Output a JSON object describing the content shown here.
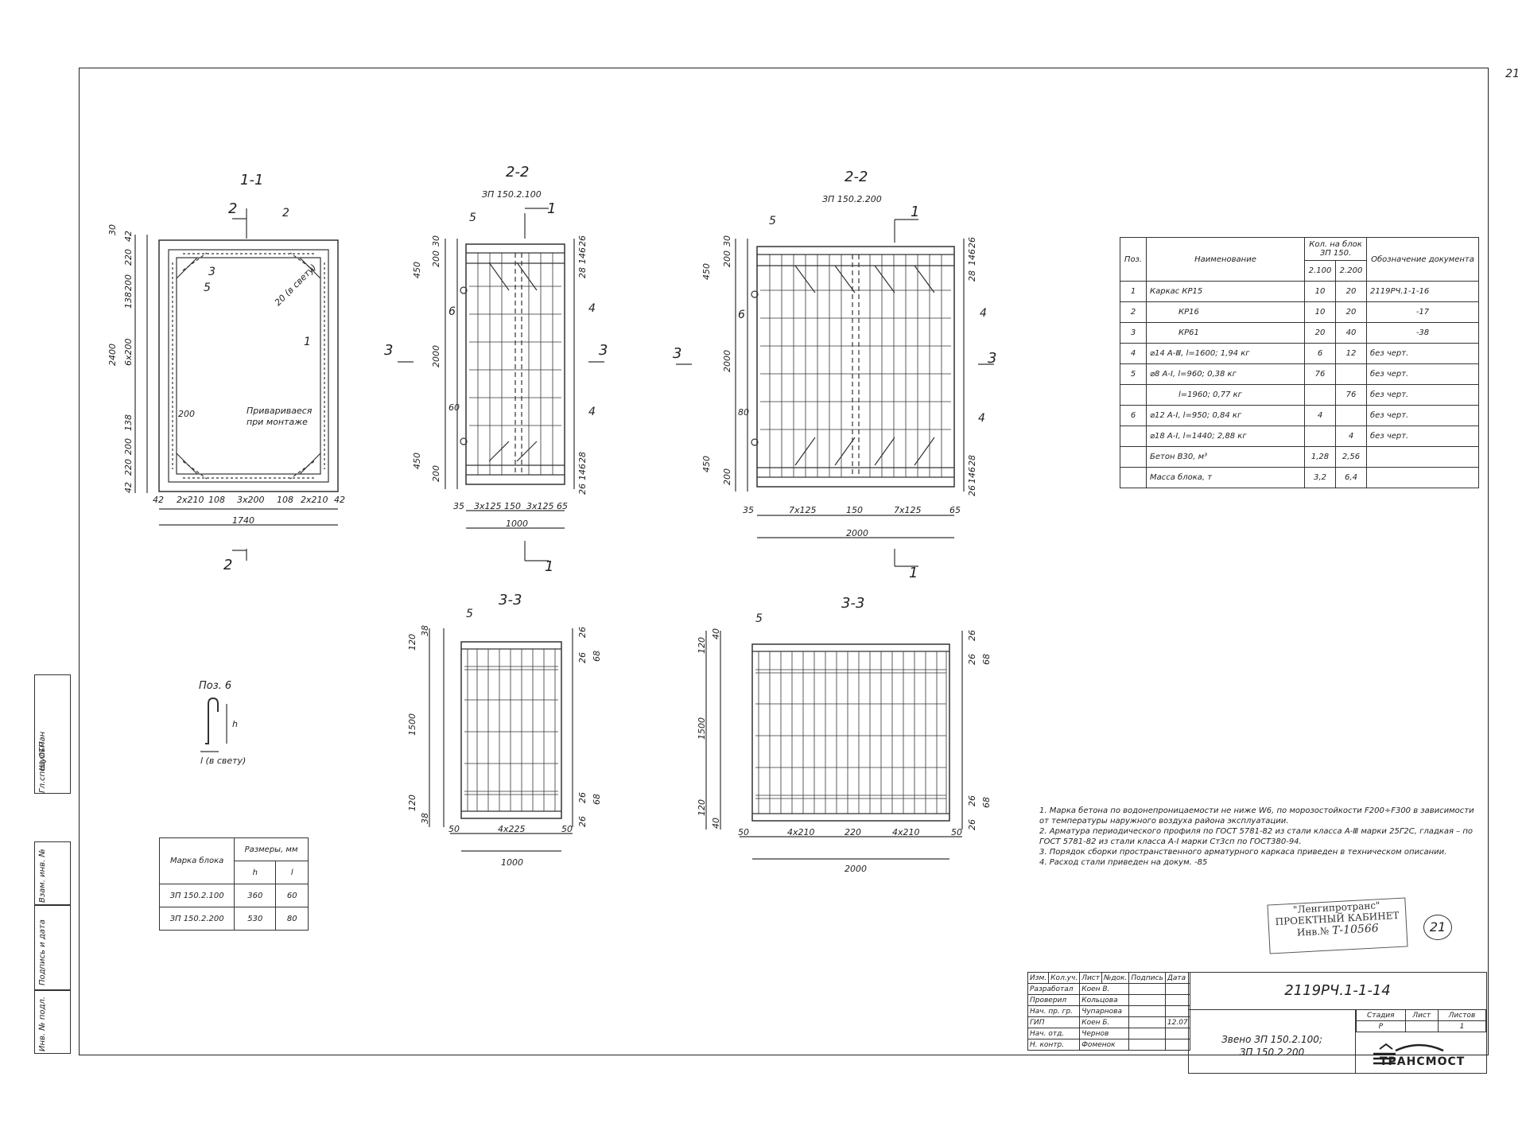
{
  "page_number": "21",
  "sections": {
    "s11": "1-1",
    "s22a": "2-2",
    "s22a_sub": "ЗП 150.2.100",
    "s22b": "2-2",
    "s22b_sub": "ЗП 150.2.200",
    "s33a": "3-3",
    "s33b": "3-3",
    "pos6": "Поз. 6"
  },
  "cut_marks": {
    "one": "1",
    "two": "2",
    "three": "3"
  },
  "callouts": {
    "c1": "1",
    "c2": "2",
    "c3": "3",
    "c4": "4",
    "c5": "5",
    "c6": "6"
  },
  "notes_on_drawing": {
    "weld": "Привариваеся",
    "weld2": "при монтаже",
    "clear": "20 (в свету)",
    "h": "h",
    "l": "l (в свету)"
  },
  "dims_11": {
    "top": [
      "30",
      "42",
      "220",
      "200",
      "138"
    ],
    "left_total": "2400",
    "left_mid": "6х200",
    "bottom_left": [
      "138",
      "200",
      "220",
      "42"
    ],
    "inner": "200",
    "bottom": [
      "42",
      "2х210",
      "108",
      "3х200",
      "108",
      "2х210",
      "42"
    ],
    "width": "1740"
  },
  "dims_22a": {
    "left": [
      "30",
      "200",
      "450",
      "2000",
      "60",
      "450",
      "200"
    ],
    "right": [
      "26",
      "146",
      "28",
      "28",
      "146",
      "26"
    ],
    "bottom": [
      "35",
      "3х125",
      "150",
      "3х125",
      "65"
    ],
    "width": "1000"
  },
  "dims_22b": {
    "left": [
      "30",
      "200",
      "450",
      "2000",
      "80",
      "450",
      "200"
    ],
    "right": [
      "26",
      "146",
      "28",
      "28",
      "146",
      "26"
    ],
    "bottom": [
      "35",
      "7х125",
      "150",
      "7х125",
      "65"
    ],
    "width": "2000"
  },
  "dims_33a": {
    "left": [
      "38",
      "120",
      "1500",
      "120",
      "38"
    ],
    "right": [
      "26",
      "26",
      "68",
      "68",
      "26",
      "26"
    ],
    "bottom": [
      "50",
      "4х225",
      "50"
    ],
    "width": "1000"
  },
  "dims_33b": {
    "left": [
      "40",
      "120",
      "1500",
      "120",
      "40"
    ],
    "right": [
      "26",
      "26",
      "68",
      "68",
      "26",
      "26"
    ],
    "bottom": [
      "50",
      "4х210",
      "220",
      "4х210",
      "50"
    ],
    "width": "2000"
  },
  "spec_table": {
    "headers": {
      "pos": "Поз.",
      "name": "Наименование",
      "qty": "Кол. на блок ЗП 150.",
      "q1": "2.100",
      "q2": "2.200",
      "doc": "Обозначение документа"
    },
    "rows": [
      {
        "pos": "1",
        "name": "Каркас КР15",
        "q1": "10",
        "q2": "20",
        "doc": "2119РЧ.1-1-16"
      },
      {
        "pos": "2",
        "name": "КР16",
        "q1": "10",
        "q2": "20",
        "doc": "-17"
      },
      {
        "pos": "3",
        "name": "КР61",
        "q1": "20",
        "q2": "40",
        "doc": "-38"
      },
      {
        "pos": "4",
        "name": "⌀14 А-Ⅲ, l=1600; 1,94 кг",
        "q1": "6",
        "q2": "12",
        "doc": "без черт."
      },
      {
        "pos": "5",
        "name": "⌀8 А-I, l=960; 0,38 кг",
        "q1": "76",
        "q2": "",
        "doc": "без черт."
      },
      {
        "pos": "",
        "name": "l=1960; 0,77 кг",
        "q1": "",
        "q2": "76",
        "doc": "без черт."
      },
      {
        "pos": "6",
        "name": "⌀12 А-I, l=950; 0,84 кг",
        "q1": "4",
        "q2": "",
        "doc": "без черт."
      },
      {
        "pos": "",
        "name": "⌀18 А-I, l=1440; 2,88 кг",
        "q1": "",
        "q2": "4",
        "doc": "без черт."
      },
      {
        "pos": "",
        "name": "Бетон В30, м³",
        "q1": "1,28",
        "q2": "2,56",
        "doc": ""
      },
      {
        "pos": "",
        "name": "Масса блока, т",
        "q1": "3,2",
        "q2": "6,4",
        "doc": ""
      }
    ]
  },
  "size_table": {
    "h_mark": "Марка блока",
    "h_sizes": "Размеры, мм",
    "h_h": "h",
    "h_l": "l",
    "rows": [
      {
        "mark": "ЗП 150.2.100",
        "h": "360",
        "l": "60"
      },
      {
        "mark": "ЗП 150.2.200",
        "h": "530",
        "l": "80"
      }
    ]
  },
  "notes": [
    "1. Марка бетона по водонепроницаемости не ниже W6, по морозостойкости F200÷F300 в зависимости от температуры наружного воздуха района эксплуатации.",
    "2. Арматура периодического профиля по ГОСТ 5781-82 из стали класса А-Ⅲ марки 25Г2С, гладкая – по ГОСТ 5781-82 из стали класса А-I марки Ст3сп по ГОСТ380-94.",
    "3. Порядок сборки пространственного арматурного каркаса приведен в техническом описании.",
    "4. Расход стали приведен на докум. -85"
  ],
  "stamp": {
    "line1": "\"Ленгипротранс\"",
    "line2": "ПРОЕКТНЫЙ КАБИНЕТ",
    "line3": "Инв.№",
    "inv": "Т-10566",
    "circle": "21"
  },
  "title_block": {
    "head": [
      "Изм.",
      "Кол.уч.",
      "Лист",
      "№док.",
      "Подпись",
      "Дата"
    ],
    "rows": [
      {
        "role": "Разработал",
        "name": "Коен В.",
        "date": ""
      },
      {
        "role": "Проверил",
        "name": "Кольцова",
        "date": ""
      },
      {
        "role": "Нач. пр. гр.",
        "name": "Чупарнова",
        "date": ""
      },
      {
        "role": "ГИП",
        "name": "Коен Б.",
        "date": "12.07"
      },
      {
        "role": "Нач. отд.",
        "name": "Чернов",
        "date": ""
      },
      {
        "role": "Н. контр.",
        "name": "Фоменок",
        "date": ""
      }
    ],
    "code": "2119РЧ.1-1-14",
    "name1": "Звено ЗП 150.2.100;",
    "name2": "ЗП 150.2.200",
    "stage_h": "Стадия",
    "sheet_h": "Лист",
    "sheets_h": "Листов",
    "stage": "Р",
    "sheets": "1",
    "logo": "ТРАНСМОСТ"
  },
  "side_block": {
    "inv_orig": "Инв. № подл.",
    "sign_date": "Подпись и дата",
    "inv_repl": "Взам. инв. №",
    "chief": "Гл.спец.ОТП",
    "chief_name": "Шульман"
  }
}
